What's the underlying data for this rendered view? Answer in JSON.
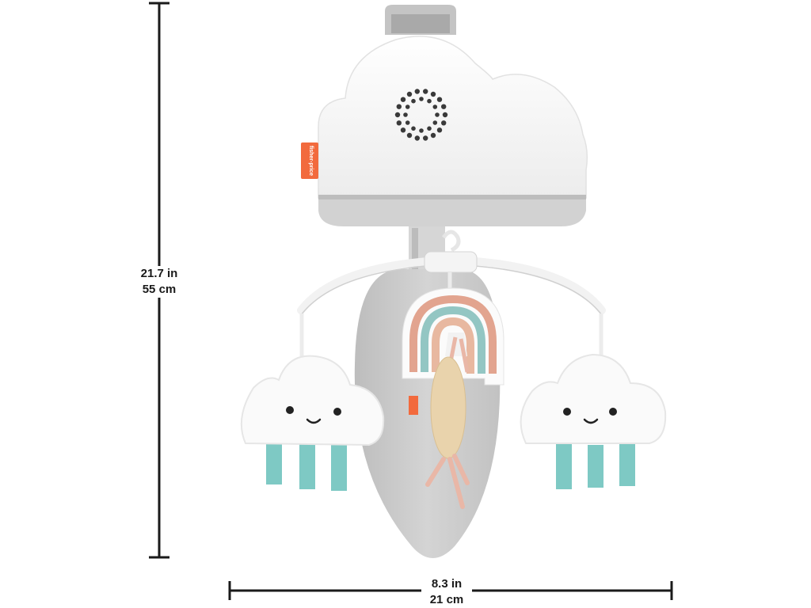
{
  "dimensions": {
    "height": {
      "imperial": "21.7 in",
      "metric": "55 cm"
    },
    "width": {
      "imperial": "8.3 in",
      "metric": "21 cm"
    }
  },
  "brand": {
    "logo_text": "fisher-price",
    "accent_color": "#f26a3d"
  },
  "colors": {
    "cloud_white": "#fafafa",
    "housing_gray": "#d2d2d2",
    "pad_gray": "#c8c8c8",
    "streamer_teal": "#7ec9c4",
    "rainbow_outer": "#e2a48f",
    "rainbow_middle": "#93c6c3",
    "rainbow_inner": "#e8b8a0",
    "moon_tan": "#e9d3ac",
    "ribbon_pink": "#e9b7a7"
  }
}
